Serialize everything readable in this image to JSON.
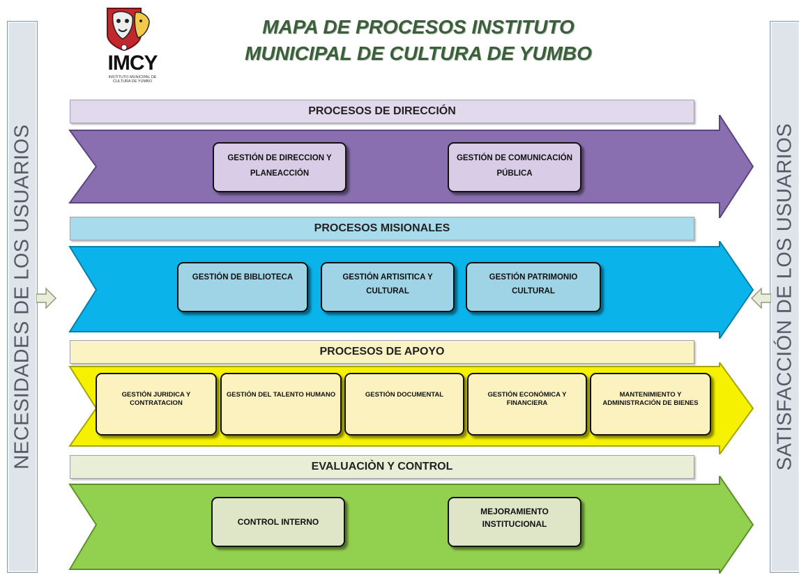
{
  "title_line1": "MAPA DE PROCESOS INSTITUTO",
  "title_line2": "MUNICIPAL DE CULTURA DE YUMBO",
  "logo": {
    "name": "IMCY",
    "subtitle": "INSTITUTO MUNICIPAL DE CULTURA DE YUMBO"
  },
  "left_label": "NECESIDADES DE LOS USUARIOS",
  "right_label": "SATISFACCIÓN DE LOS USUARIOS",
  "bands": {
    "direccion": {
      "header": "PROCESOS DE DIRECCIÓN",
      "color": "#8a6fb0",
      "boxes": [
        "GESTIÓN  DE DIRECCION  Y PLANEACCIÓN",
        "GESTIÓN  DE COMUNICACIÓN PÚBLICA"
      ]
    },
    "misionales": {
      "header": "PROCESOS MISIONALES",
      "color": "#0ab3ea",
      "boxes": [
        "GESTIÓN  DE BIBLIOTECA",
        "GESTIÓN ARTISITICA  Y CULTURAL",
        "GESTIÓN PATRIMONIO CULTURAL"
      ]
    },
    "apoyo": {
      "header": "PROCESOS DE APOYO",
      "color": "#f5f100",
      "boxes": [
        "GESTIÓN JURIDICA Y CONTRATACION",
        "GESTIÓN DEL TALENTO  HUMANO",
        "GESTIÓN DOCUMENTAL",
        "GESTIÓN ECONÓMICA Y FINANCIERA",
        "MANTENIMIENTO  Y ADMINISTRACIÓN DE BIENES"
      ]
    },
    "evaluacion": {
      "header": "EVALUACIÒN  Y CONTROL",
      "color": "#92d050",
      "boxes": [
        "CONTROL  INTERNO",
        "MEJORAMIENTO INSTITUCIONAL"
      ]
    }
  }
}
